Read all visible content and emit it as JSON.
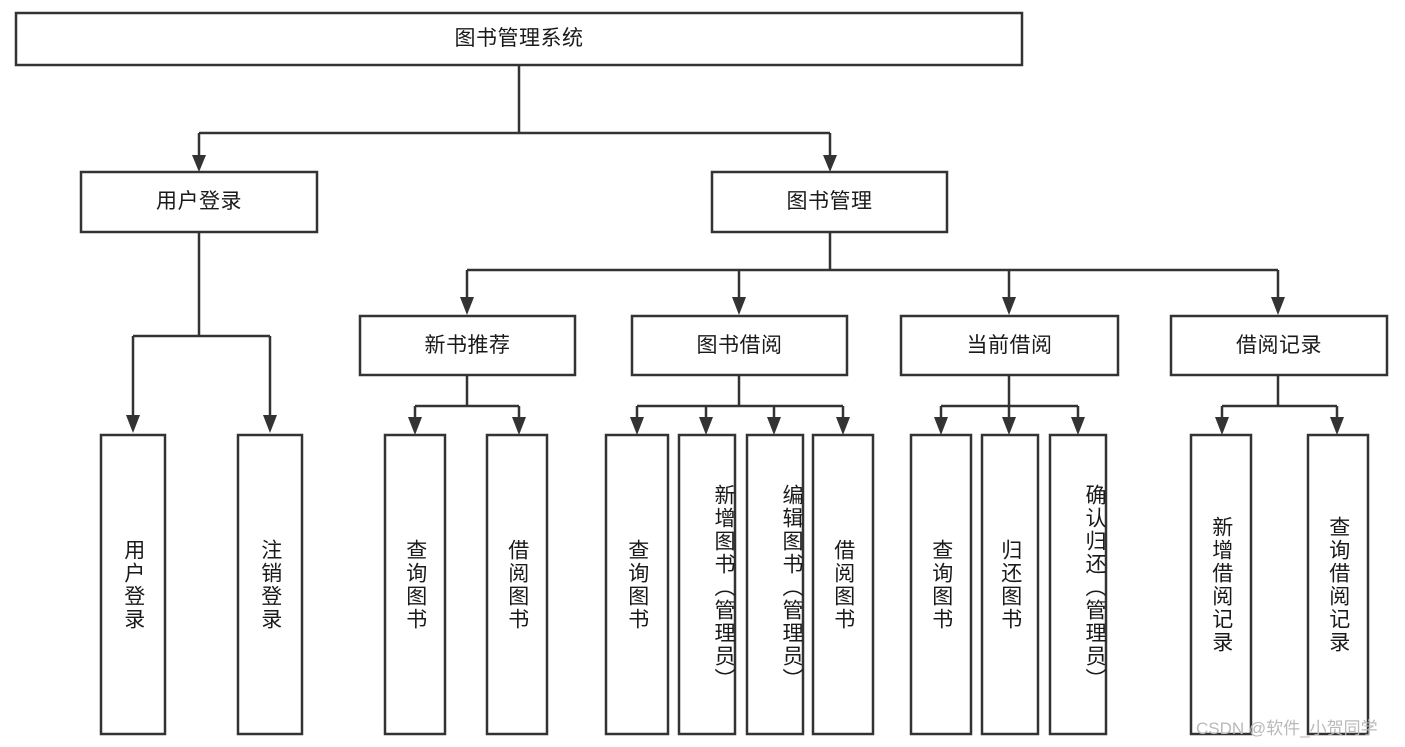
{
  "diagram": {
    "type": "tree-hierarchy",
    "title": "图书管理系统",
    "orientation": "top-down",
    "colors": {
      "stroke": "#333333",
      "box_fill": "#ffffff",
      "text": "#1a1a1a",
      "background": "#ffffff",
      "watermark": "#b9b9b9"
    },
    "levels": {
      "root": "图书管理系统",
      "level2": [
        "用户登录",
        "图书管理"
      ],
      "level3": [
        "新书推荐",
        "图书借阅",
        "当前借阅",
        "借阅记录"
      ]
    },
    "nodes": {
      "root": {
        "label": "图书管理系统"
      },
      "user_login": {
        "label": "用户登录"
      },
      "book_manage": {
        "label": "图书管理"
      },
      "new_book_rec": {
        "label": "新书推荐"
      },
      "book_borrow": {
        "label": "图书借阅"
      },
      "current_borrow": {
        "label": "当前借阅"
      },
      "borrow_record": {
        "label": "借阅记录"
      },
      "leaf_user_login": {
        "label": "用户登录"
      },
      "leaf_logout": {
        "label": "注销登录"
      },
      "leaf_query_book_1": {
        "label": "查询图书"
      },
      "leaf_borrow_book_1": {
        "label": "借阅图书"
      },
      "leaf_query_book_2": {
        "label": "查询图书"
      },
      "leaf_add_book": {
        "label": "新增图书（管理员）"
      },
      "leaf_edit_book": {
        "label": "编辑图书（管理员）"
      },
      "leaf_borrow_book_2": {
        "label": "借阅图书"
      },
      "leaf_query_book_3": {
        "label": "查询图书"
      },
      "leaf_return_book": {
        "label": "归还图书"
      },
      "leaf_confirm_return": {
        "label": "确认归还（管理员）"
      },
      "leaf_add_record": {
        "label": "新增借阅记录"
      },
      "leaf_query_record": {
        "label": "查询借阅记录"
      }
    },
    "edges": [
      {
        "from": "图书管理系统",
        "to": "用户登录"
      },
      {
        "from": "图书管理系统",
        "to": "图书管理"
      },
      {
        "from": "用户登录",
        "to": "用户登录"
      },
      {
        "from": "用户登录",
        "to": "注销登录"
      },
      {
        "from": "图书管理",
        "to": "新书推荐"
      },
      {
        "from": "图书管理",
        "to": "图书借阅"
      },
      {
        "from": "图书管理",
        "to": "当前借阅"
      },
      {
        "from": "图书管理",
        "to": "借阅记录"
      },
      {
        "from": "新书推荐",
        "to": "查询图书"
      },
      {
        "from": "新书推荐",
        "to": "借阅图书"
      },
      {
        "from": "图书借阅",
        "to": "查询图书"
      },
      {
        "from": "图书借阅",
        "to": "新增图书（管理员）"
      },
      {
        "from": "图书借阅",
        "to": "编辑图书（管理员）"
      },
      {
        "from": "图书借阅",
        "to": "借阅图书"
      },
      {
        "from": "当前借阅",
        "to": "查询图书"
      },
      {
        "from": "当前借阅",
        "to": "归还图书"
      },
      {
        "from": "当前借阅",
        "to": "确认归还（管理员）"
      },
      {
        "from": "借阅记录",
        "to": "新增借阅记录"
      },
      {
        "from": "借阅记录",
        "to": "查询借阅记录"
      }
    ]
  },
  "watermark": {
    "text": "CSDN @软件_小贺同学"
  }
}
